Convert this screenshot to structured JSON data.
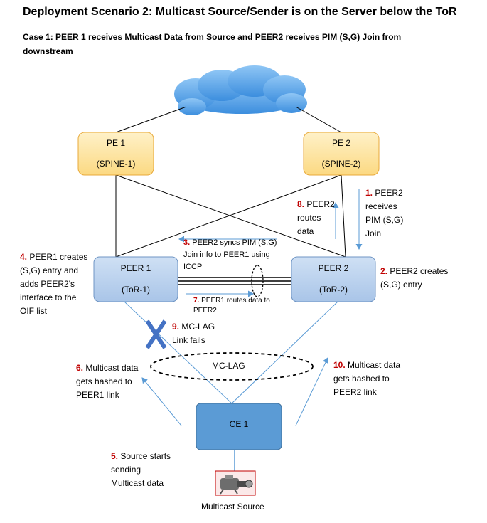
{
  "title": "Deployment Scenario 2: Multicast Source/Sender is on the Server below the ToR",
  "case": "Case 1: PEER 1 receives Multicast Data from Source and PEER2 receives PIM (S,G) Join from downstream",
  "nodes": {
    "pe1": {
      "name": "PE 1",
      "role": "(SPINE-1)"
    },
    "pe2": {
      "name": "PE 2",
      "role": "(SPINE-2)"
    },
    "peer1": {
      "name": "PEER 1",
      "role": "(ToR-1)"
    },
    "peer2": {
      "name": "PEER 2",
      "role": "(ToR-2)"
    },
    "ce1": {
      "name": "CE 1"
    }
  },
  "mc_lag_label": "MC-LAG",
  "source_label": "Multicast Source",
  "steps": [
    {
      "num": "1.",
      "lines": [
        "PEER2",
        "receives",
        "PIM (S,G)",
        "Join"
      ]
    },
    {
      "num": "2.",
      "lines": [
        "PEER2 creates",
        "(S,G) entry"
      ]
    },
    {
      "num": "3.",
      "lines": [
        "PEER2 syncs PIM  (S,G)",
        "Join info to PEER1 using",
        "ICCP"
      ]
    },
    {
      "num": "4.",
      "lines": [
        "PEER1 creates",
        "(S,G) entry and",
        "adds PEER2's",
        "interface to the",
        "OIF list"
      ]
    },
    {
      "num": "5.",
      "lines": [
        "Source starts",
        "sending",
        "Multicast data"
      ]
    },
    {
      "num": "6.",
      "lines": [
        "Multicast data",
        "gets hashed to",
        "PEER1 link"
      ]
    },
    {
      "num": "7.",
      "lines": [
        "PEER1 routes data to",
        "PEER2"
      ]
    },
    {
      "num": "8.",
      "lines": [
        "PEER2",
        "routes",
        "data"
      ]
    },
    {
      "num": "9.",
      "lines": [
        "MC-LAG",
        "Link fails"
      ]
    },
    {
      "num": "10.",
      "lines": [
        "Multicast data",
        "gets hashed to",
        "PEER2 link"
      ]
    }
  ],
  "colors": {
    "pe_fill": "#fde7a6",
    "pe_stroke": "#e8a93a",
    "peer_fill": "#bcd3ee",
    "peer_stroke": "#6f95c4",
    "ce_fill": "#5b9bd5",
    "arrow": "#5b9bd5",
    "cloud": "#5ba3e6",
    "step_number": "#c00000"
  }
}
